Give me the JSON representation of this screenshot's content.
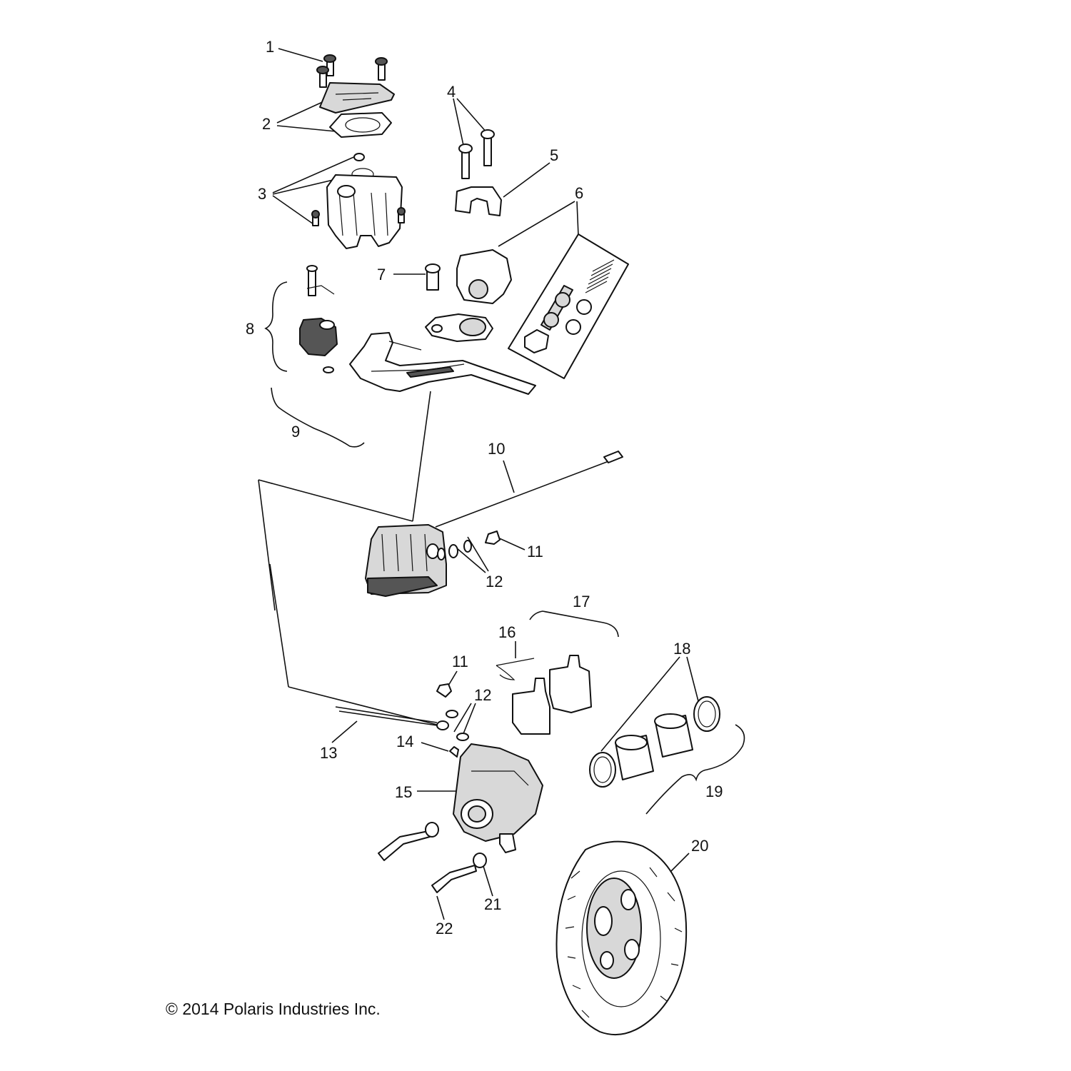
{
  "callouts": [
    "1",
    "2",
    "3",
    "4",
    "5",
    "6",
    "7",
    "8",
    "9",
    "10",
    "11",
    "12",
    "11",
    "12",
    "13",
    "14",
    "15",
    "16",
    "17",
    "18",
    "19",
    "20",
    "21",
    "22"
  ],
  "copyright": "© 2014 Polaris Industries Inc."
}
